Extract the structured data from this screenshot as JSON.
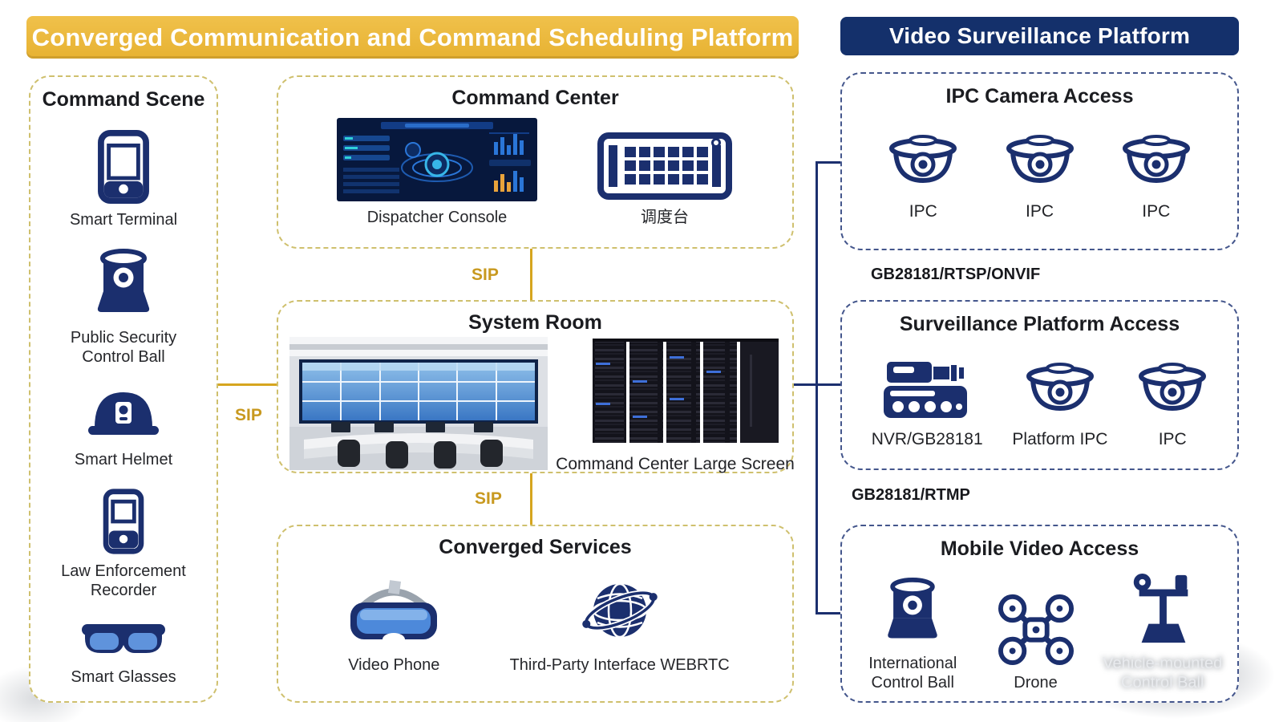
{
  "banners": {
    "left": "Converged Communication and Command Scheduling Platform",
    "right": "Video Surveillance Platform"
  },
  "connections": {
    "sip_top": "SIP",
    "sip_left": "SIP",
    "sip_bottom": "SIP",
    "protocol_top": "GB28181/RTSP/ONVIF",
    "protocol_bottom": "GB28181/RTMP"
  },
  "colors": {
    "accent_gold": "#EDB940",
    "navy": "#1B2F6E"
  },
  "command_scene": {
    "title": "Command Scene",
    "items": [
      {
        "label": "Smart Terminal"
      },
      {
        "label": "Public Security Control Ball"
      },
      {
        "label": "Smart Helmet"
      },
      {
        "label": "Law Enforcement Recorder"
      },
      {
        "label": "Smart Glasses"
      }
    ]
  },
  "command_center": {
    "title": "Command Center",
    "dispatcher_label": "Dispatcher Console",
    "dispatch_desk_label": "调度台"
  },
  "system_room": {
    "title": "System Room",
    "screen_label": "Command Center Large Screen"
  },
  "converged_services": {
    "title": "Converged Services",
    "video_phone_label": "Video Phone",
    "webrtc_label": "Third-Party Interface WEBRTC"
  },
  "ipc_access": {
    "title": "IPC Camera Access",
    "items": [
      {
        "label": "IPC"
      },
      {
        "label": "IPC"
      },
      {
        "label": "IPC"
      }
    ]
  },
  "platform_access": {
    "title": "Surveillance Platform Access",
    "items": [
      {
        "label": "NVR/GB28181"
      },
      {
        "label": "Platform IPC"
      },
      {
        "label": "IPC"
      }
    ]
  },
  "mobile_access": {
    "title": "Mobile Video Access",
    "items": [
      {
        "label": "International Control Ball"
      },
      {
        "label": "Drone"
      },
      {
        "label": "Vehicle-mounted Control Ball"
      }
    ]
  }
}
